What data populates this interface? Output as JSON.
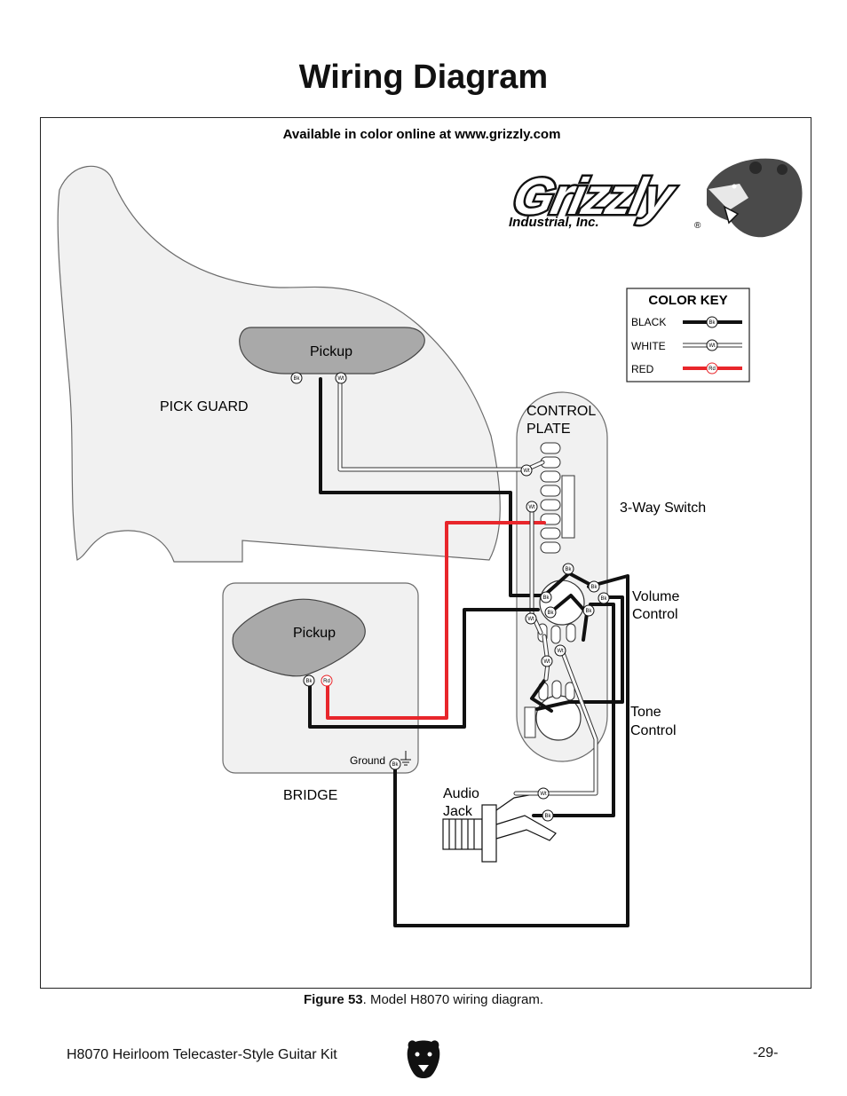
{
  "page": {
    "title": "Wiring Diagram",
    "caption_bold": "Figure 53",
    "caption_rest": ". Model H8070 wiring diagram.",
    "footer_left": "H8070 Heirloom Telecaster-Style Guitar Kit",
    "footer_right": "-29-",
    "footer_logo_icon": "bear-head-icon"
  },
  "diagram": {
    "online_note": "Available in color online at www.grizzly.com",
    "logo": {
      "wordmark": "Grizzly",
      "subline": "Industrial, Inc.",
      "registered": "®",
      "icon": "grizzly-bear-logo-icon"
    },
    "labels": {
      "pickup_neck": "Pickup",
      "pickup_bridge": "Pickup",
      "pick_guard": "PICK GUARD",
      "control_plate_1": "CONTROL",
      "control_plate_2": "PLATE",
      "switch": "3-Way Switch",
      "volume_1": "Volume",
      "volume_2": "Control",
      "tone_1": "Tone",
      "tone_2": "Control",
      "bridge": "BRIDGE",
      "ground": "Ground",
      "jack_1": "Audio",
      "jack_2": "Jack"
    },
    "color_key": {
      "title": "COLOR KEY",
      "items": [
        {
          "label": "BLACK",
          "tag": "Bk",
          "color": "#111111"
        },
        {
          "label": "WHITE",
          "tag": "Wt",
          "color": "#ffffff"
        },
        {
          "label": "RED",
          "tag": "Rd",
          "color": "#e8262b"
        }
      ]
    },
    "wire_tags": {
      "black": "Bk",
      "white": "Wt",
      "red": "Rd"
    },
    "colors": {
      "black": "#111111",
      "white": "#ffffff",
      "red": "#e8262b",
      "pickguard": "#f1f1f1",
      "pickup": "#a9a9a9",
      "plate": "#f1f1f1"
    }
  }
}
